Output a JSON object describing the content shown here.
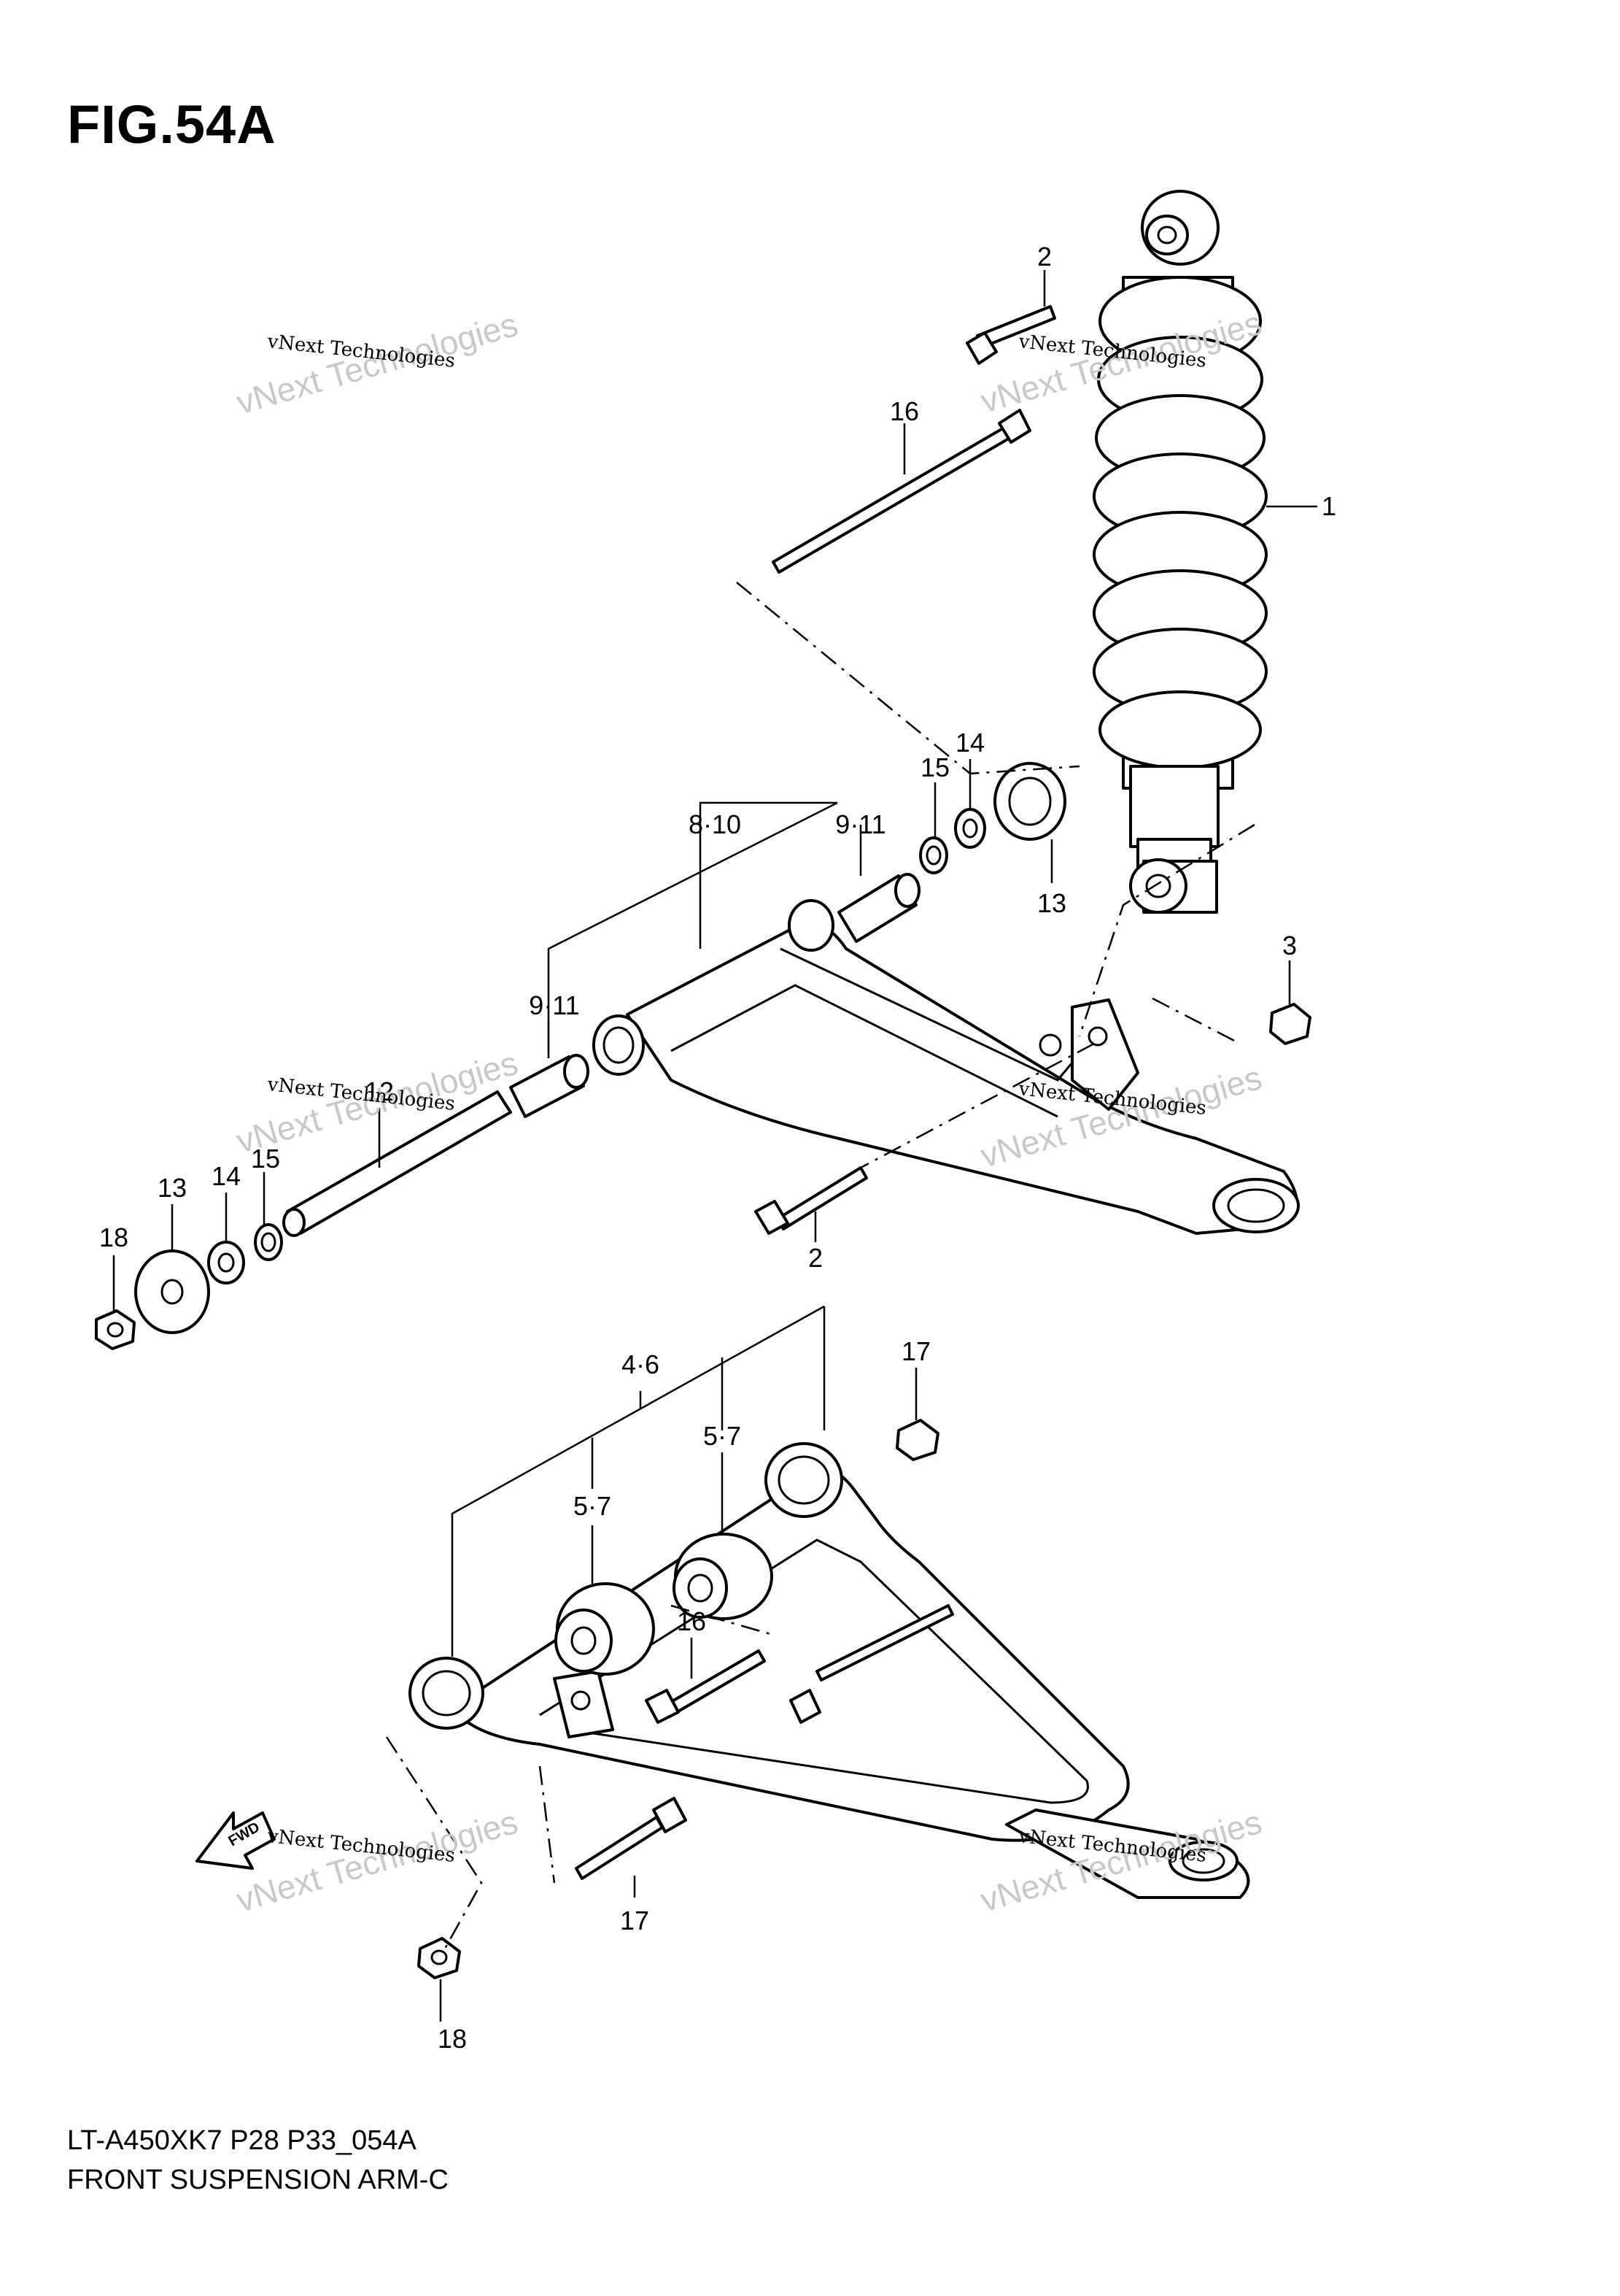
{
  "figure_title": "FIG.54A",
  "footer": {
    "line1": "LT-A450XK7 P28 P33_054A",
    "line2": "FRONT SUSPENSION ARM-C"
  },
  "watermark": {
    "small": "vNext Technologies",
    "large": "vNext Technologies"
  },
  "fwd_arrow_text": "FWD",
  "callouts": {
    "c1": "1",
    "c2_top": "2",
    "c2_bottom": "2",
    "c3": "3",
    "c4_6": "4·6",
    "c5_7_a": "5·7",
    "c5_7_b": "5·7",
    "c8_10": "8·10",
    "c9_11_a": "9·11",
    "c9_11_b": "9·11",
    "c12": "12",
    "c13_a": "13",
    "c13_b": "13",
    "c14_a": "14",
    "c14_b": "14",
    "c15_a": "15",
    "c15_b": "15",
    "c16_a": "16",
    "c16_b": "16",
    "c17_a": "17",
    "c17_b": "17",
    "c18_a": "18",
    "c18_b": "18"
  }
}
